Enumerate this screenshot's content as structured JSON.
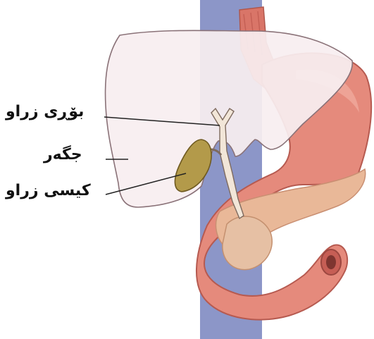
{
  "labels": {
    "bile_duct": "بۆڕی زراو",
    "liver": "جگەر",
    "gallbladder": "کیسی زراو"
  },
  "colors": {
    "spine_band": "#8c96c8",
    "liver_fill": "#f7eef0",
    "liver_stroke": "#8a7278",
    "stomach_fill": "#e58a7c",
    "stomach_dark": "#c65e55",
    "pancreas_fill": "#e9b898",
    "gallbladder_fill": "#b39a4a",
    "duct_fill": "#f2e6d8",
    "leader_line": "#222222"
  }
}
